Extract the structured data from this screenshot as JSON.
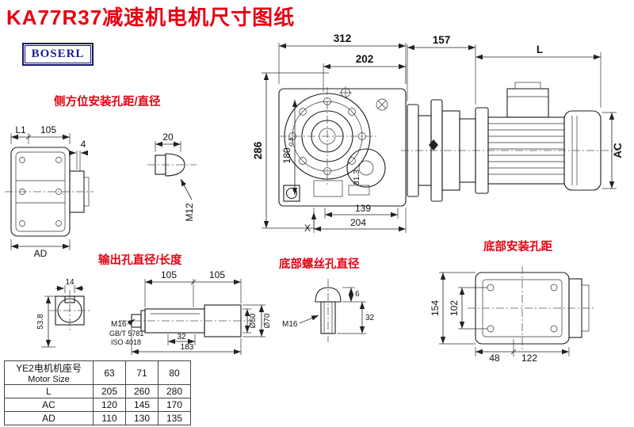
{
  "page": {
    "title": "KA77R37减速机电机尺寸图纸",
    "logo": "BOSERL"
  },
  "colors": {
    "accent_red": "#e60012",
    "logo_blue": "#1c1c8f"
  },
  "labels": {
    "side_mount_holes": "侧方位安装孔距/直径",
    "output_hole": "输出孔直径/长度",
    "bottom_screw_hole": "底部螺丝孔直径",
    "bottom_mount_holes": "底部安装孔距"
  },
  "dims": {
    "d312": "312",
    "d202": "202",
    "d286": "286",
    "d180": "180",
    "d180_tol": "-0.5",
    "d313": "31.3",
    "d139": "139",
    "d204": "204",
    "dX": "X",
    "d157": "157",
    "dL": "L",
    "dAC": "AC",
    "dL1": "L1",
    "d105_side": "105",
    "d4": "4",
    "dAD": "AD",
    "d20": "20",
    "dM12": "M12",
    "d14": "14",
    "d538": "53.8",
    "d105a": "105",
    "d105b": "105",
    "dM16_out": "M16",
    "std_gb": "GB/T 5781",
    "std_iso": "ISO 4018",
    "d32_out": "32",
    "d183": "183",
    "d50": "Ø50",
    "d70": "Ø70",
    "dM16_bot": "M16",
    "d6": "6",
    "d32_bot": "32",
    "d154": "154",
    "d102": "102",
    "d48": "48",
    "d122": "122"
  },
  "table": {
    "header_cn": "YE2电机机座号",
    "header_en": "Motor Size",
    "sizes": [
      "63",
      "71",
      "80"
    ],
    "rows": [
      {
        "label": "L",
        "values": [
          "205",
          "260",
          "280"
        ]
      },
      {
        "label": "AC",
        "values": [
          "120",
          "145",
          "170"
        ]
      },
      {
        "label": "AD",
        "values": [
          "110",
          "130",
          "135"
        ]
      }
    ]
  }
}
